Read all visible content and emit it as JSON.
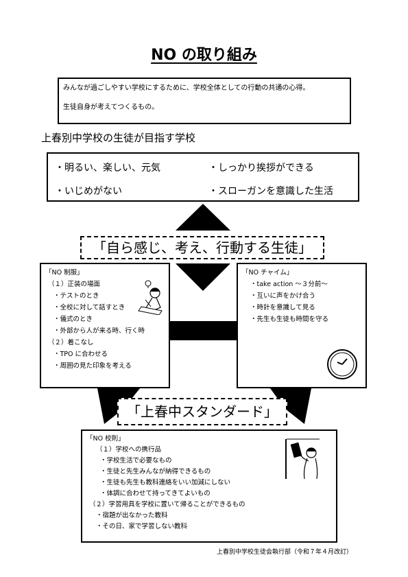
{
  "title": "NO の取り組み",
  "intro": {
    "line1": "みんなが過ごしやすい学校にするために、学校全体としての行動の共通の心得。",
    "line2": "生徒自身が考えてつくるもの。"
  },
  "goals_heading": "上春別中学校の生徒が目指す学校",
  "goals": [
    "・明るい、楽しい、元気",
    "・しっかり挨拶ができる",
    "・いじめがない",
    "・スローガンを意識した生活"
  ],
  "motto": "「自ら感じ、考え、行動する生徒」",
  "uniform": {
    "heading": "「NO 制服」",
    "lines": [
      "（１）正装の場面",
      "・テストのとき",
      "・全校に対して話すとき",
      "・儀式のとき",
      "・外部から人が来る時、行く時",
      "（２）着こなし",
      "・TPO に合わせる",
      "・周囲の見た印象を考える"
    ]
  },
  "chime": {
    "heading": "「NO チャイム」",
    "lines": [
      "・take action ～３分前～",
      "・互いに声をかけ合う",
      "・時計を意識して見る",
      "・先生も生徒も時間を守る"
    ]
  },
  "standard": "「上春中スタンダード」",
  "rules": {
    "heading": "「NO 校則」",
    "lines": [
      "（１）学校への携行品",
      "・学校生活で必要なもの",
      "・生徒と先生みんなが納得できるもの",
      "・生徒も先生も教科連絡をいい加減にしない",
      "・体調に合わせて持ってきてよいもの",
      "（２）学習用具を学校に置いて帰ることができるもの",
      "・宿題が出なかった教科",
      "・その日、家で学習しない教科"
    ]
  },
  "footer": "上春別中学校生徒会執行部（令和７年４月改訂）"
}
